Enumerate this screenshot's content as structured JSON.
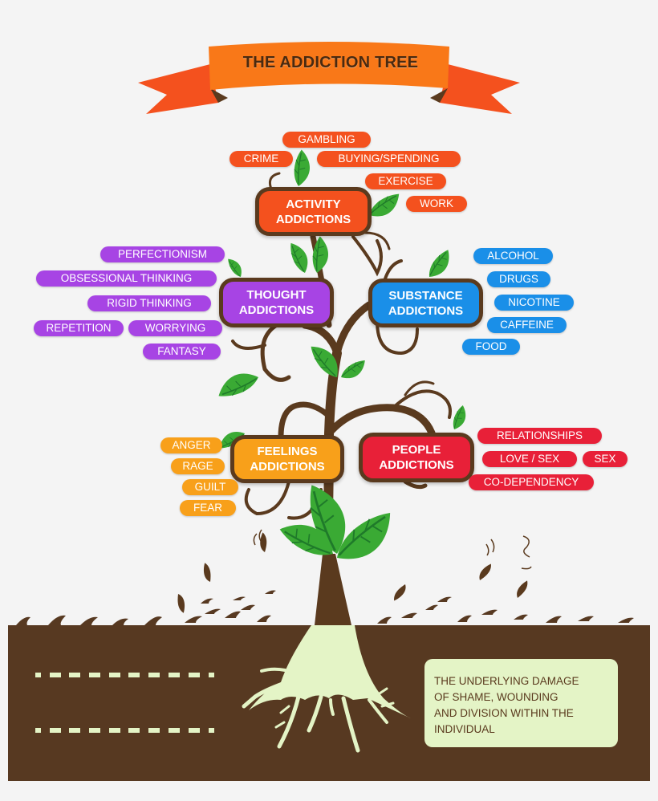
{
  "title": "THE ADDICTION TREE",
  "colors": {
    "background": "#f4f4f4",
    "banner": "#f97818",
    "banner_tails": "#f4511e",
    "bark": "#5a3a1e",
    "leaf": "#3aaa34",
    "roots": "#e4f4c6",
    "activity": "#f4511e",
    "thought": "#a744e4",
    "substance": "#1a8fe8",
    "feelings": "#f8a01a",
    "people": "#e82038"
  },
  "categories": {
    "activity": {
      "line1": "ACTIVITY",
      "line2": "ADDICTIONS",
      "items": [
        "GAMBLING",
        "CRIME",
        "BUYING/SPENDING",
        "EXERCISE",
        "WORK"
      ]
    },
    "thought": {
      "line1": "THOUGHT",
      "line2": "ADDICTIONS",
      "items": [
        "PERFECTIONISM",
        "OBSESSIONAL THINKING",
        "RIGID THINKING",
        "REPETITION",
        "WORRYING",
        "FANTASY"
      ]
    },
    "substance": {
      "line1": "SUBSTANCE",
      "line2": "ADDICTIONS",
      "items": [
        "ALCOHOL",
        "DRUGS",
        "NICOTINE",
        "CAFFEINE",
        "FOOD"
      ]
    },
    "feelings": {
      "line1": "FEELINGS",
      "line2": "ADDICTIONS",
      "items": [
        "ANGER",
        "RAGE",
        "GUILT",
        "FEAR"
      ]
    },
    "people": {
      "line1": "PEOPLE",
      "line2": "ADDICTIONS",
      "items": [
        "RELATIONSHIPS",
        "LOVE / SEX",
        "SEX",
        "CO-DEPENDENCY"
      ]
    }
  },
  "root_note": {
    "line1": "THE UNDERLYING DAMAGE",
    "line2": "OF SHAME, WOUNDING",
    "line3": "AND DIVISION WITHIN THE",
    "line4": "INDIVIDUAL"
  }
}
